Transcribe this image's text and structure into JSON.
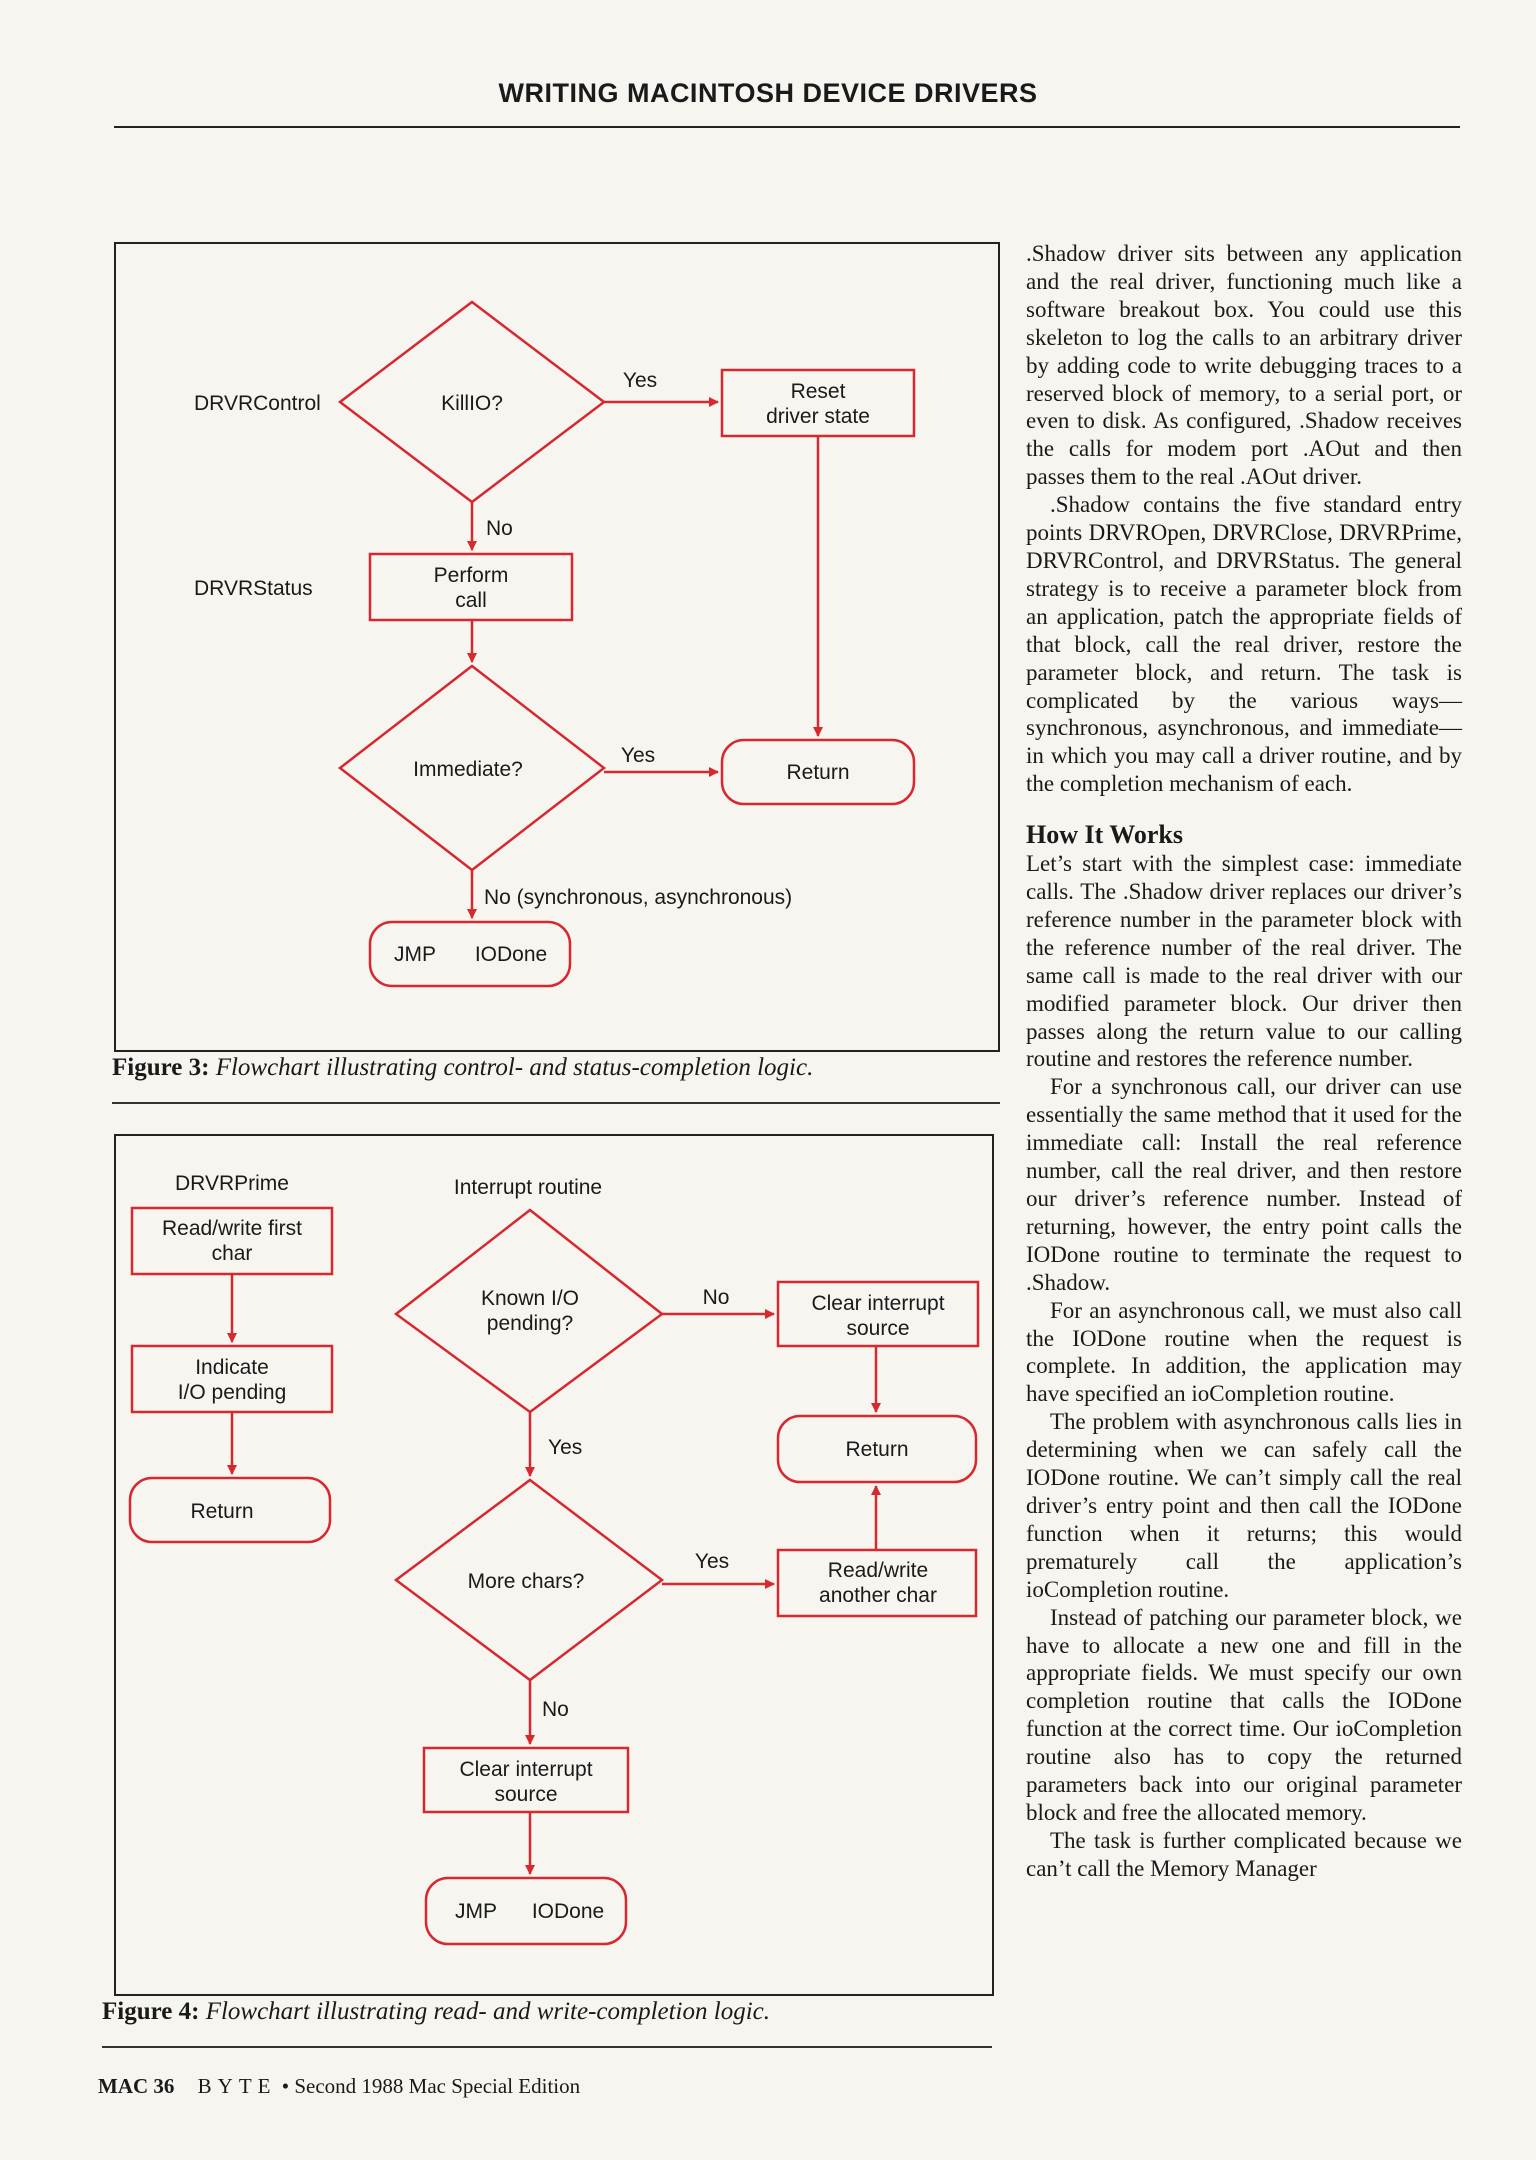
{
  "header": {
    "title": "WRITING MACINTOSH DEVICE DRIVERS"
  },
  "figure3": {
    "labels": {
      "drvr_control": "DRVRControl",
      "drvr_status": "DRVRStatus",
      "killio": "KillIO?",
      "yes1": "Yes",
      "reset_l1": "Reset",
      "reset_l2": "driver state",
      "no1": "No",
      "perform_l1": "Perform",
      "perform_l2": "call",
      "immediate": "Immediate?",
      "yes2": "Yes",
      "return": "Return",
      "no_sync": "No (synchronous, asynchronous)",
      "jmp": "JMP",
      "iodone": "IODone"
    },
    "caption_label": "Figure 3:",
    "caption_text": "Flowchart illustrating control- and status-completion logic."
  },
  "figure4": {
    "labels": {
      "drvr_prime": "DRVRPrime",
      "interrupt_routine": "Interrupt routine",
      "rw_first_l1": "Read/write first",
      "rw_first_l2": "char",
      "indicate_l1": "Indicate",
      "indicate_l2": "I/O pending",
      "return_left": "Return",
      "known_l1": "Known I/O",
      "known_l2": "pending?",
      "no1": "No",
      "clear1_l1": "Clear interrupt",
      "clear1_l2": "source",
      "return_right": "Return",
      "yes1": "Yes",
      "more_chars": "More chars?",
      "yes2": "Yes",
      "rw_another_l1": "Read/write",
      "rw_another_l2": "another char",
      "no2": "No",
      "clear2_l1": "Clear interrupt",
      "clear2_l2": "source",
      "jmp": "JMP",
      "iodone": "IODone"
    },
    "caption_label": "Figure 4:",
    "caption_text": "Flowchart illustrating read- and write-completion logic."
  },
  "body": {
    "p1": ".Shadow driver sits between any application and the real driver, functioning much like a software breakout box. You could use this skeleton to log the calls to an arbitrary driver by adding code to write debugging traces to a reserved block of memory, to a serial port, or even to disk. As configured, .Shadow receives the calls for modem port .AOut and then passes them to the real .AOut driver.",
    "p2": ".Shadow contains the five standard entry points DRVROpen, DRVRClose, DRVRPrime, DRVRControl, and DRVRStatus. The general strategy is to receive a parameter block from an application, patch the appropriate fields of that block, call the real driver, restore the parameter block, and return. The task is complicated by the various ways—synchronous, asynchronous, and immediate—in which you may call a driver routine, and by the completion mechanism of each.",
    "heading": "How It Works",
    "p3": "Let’s start with the simplest case: immediate calls. The .Shadow driver replaces our driver’s reference number in the parameter block with the reference number of the real driver. The same call is made to the real driver with our modified parameter block. Our driver then passes along the return value to our calling routine and restores the reference number.",
    "p4": "For a synchronous call, our driver can use essentially the same method that it used for the immediate call: Install the real reference number, call the real driver, and then restore our driver’s reference number. Instead of returning, however, the entry point calls the IODone routine to terminate the request to .Shadow.",
    "p5": "For an asynchronous call, we must also call the IODone routine when the request is complete. In addition, the application may have specified an ioCompletion routine.",
    "p6": "The problem with asynchronous calls lies in determining when we can safely call the IODone routine. We can’t simply call the real driver’s entry point and then call the IODone function when it returns; this would prematurely call the application’s ioCompletion routine.",
    "p7": "Instead of patching our parameter block, we have to allocate a new one and fill in the appropriate fields. We must specify our own completion routine that calls the IODone function at the correct time. Our ioCompletion routine also has to copy the returned parameters back into our original parameter block and free the allocated memory.",
    "p8": "The task is further complicated because we can’t call the Memory Manager"
  },
  "footer": {
    "page": "MAC 36",
    "magazine": "BYTE",
    "bullet": "•",
    "edition": "Second 1988 Mac Special Edition"
  },
  "colors": {
    "flow_red": "#d7282f",
    "ink": "#1a1a1a",
    "paper": "#f7f5f0"
  }
}
